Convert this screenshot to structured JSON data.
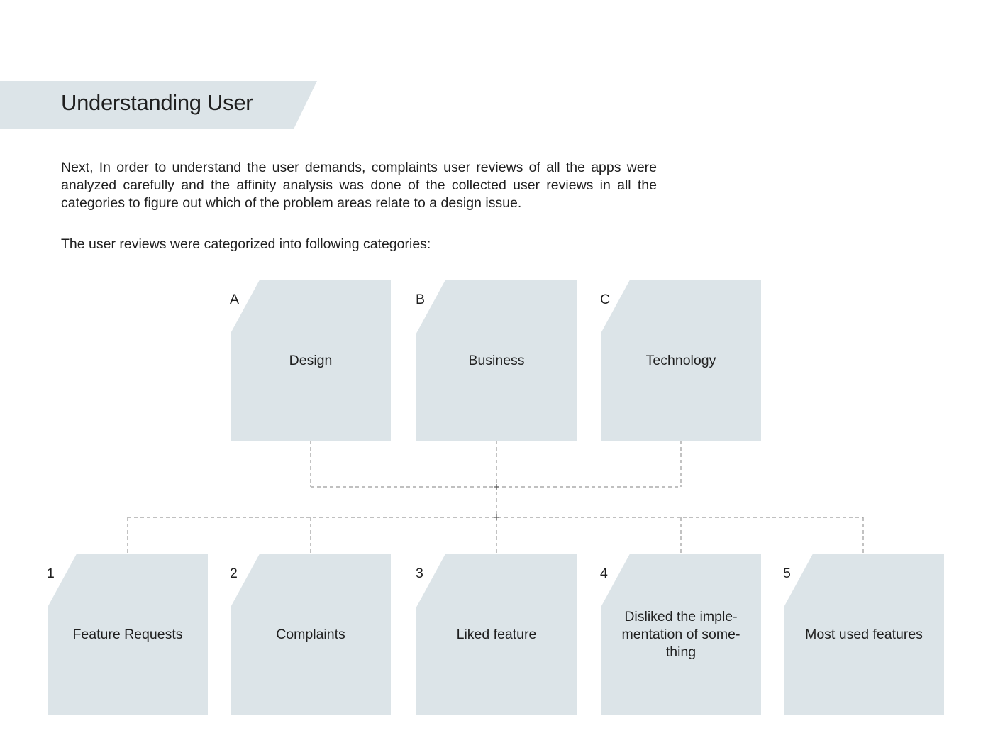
{
  "header": {
    "title": "Understanding User"
  },
  "body": {
    "intro": "Next, In order to understand the user demands, complaints user reviews of all the apps were analyzed carefully and the affinity analysis was done of the collected user reviews in all the categories to figure out which of the problem areas relate to a design issue.",
    "lead": "The user reviews were categorized into following categories:"
  },
  "diagram": {
    "top_row": [
      {
        "letter": "A",
        "label": "Design"
      },
      {
        "letter": "B",
        "label": "Business"
      },
      {
        "letter": "C",
        "label": "Technology"
      }
    ],
    "bottom_row": [
      {
        "number": "1",
        "label": "Feature Requests"
      },
      {
        "number": "2",
        "label": "Complaints"
      },
      {
        "number": "3",
        "label": "Liked feature"
      },
      {
        "number": "4",
        "label": "Disliked the imple-mentation of some-thing"
      },
      {
        "number": "5",
        "label": "Most used features"
      }
    ],
    "colors": {
      "card_fill": "#dce4e8",
      "connector": "#9a9a9a",
      "text": "#1f1f1f"
    }
  }
}
